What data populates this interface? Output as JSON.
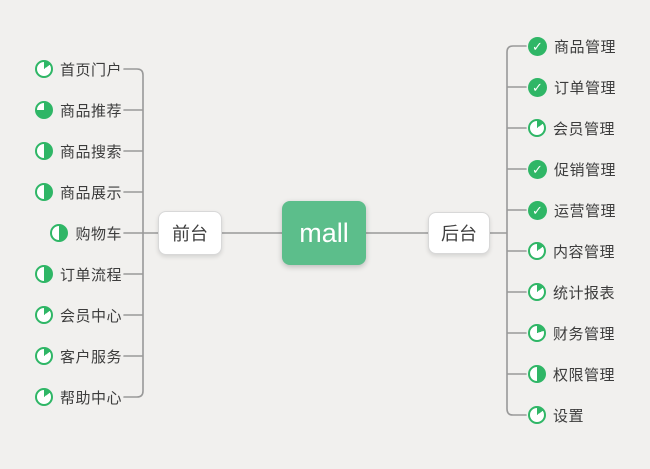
{
  "root": {
    "label": "mall"
  },
  "branches": [
    {
      "label": "前台",
      "side": "left",
      "items": [
        {
          "label": "首页门户",
          "icon": "progress",
          "fraction": 0.15
        },
        {
          "label": "商品推荐",
          "icon": "progress",
          "fraction": 0.75
        },
        {
          "label": "商品搜索",
          "icon": "progress",
          "fraction": 0.5
        },
        {
          "label": "商品展示",
          "icon": "progress",
          "fraction": 0.5
        },
        {
          "label": "购物车",
          "icon": "progress",
          "fraction": 0.5
        },
        {
          "label": "订单流程",
          "icon": "progress",
          "fraction": 0.5
        },
        {
          "label": "会员中心",
          "icon": "progress",
          "fraction": 0.15
        },
        {
          "label": "客户服务",
          "icon": "progress",
          "fraction": 0.15
        },
        {
          "label": "帮助中心",
          "icon": "progress",
          "fraction": 0.15
        }
      ]
    },
    {
      "label": "后台",
      "side": "right",
      "items": [
        {
          "label": "商品管理",
          "icon": "done"
        },
        {
          "label": "订单管理",
          "icon": "done"
        },
        {
          "label": "会员管理",
          "icon": "progress",
          "fraction": 0.15
        },
        {
          "label": "促销管理",
          "icon": "done"
        },
        {
          "label": "运营管理",
          "icon": "done"
        },
        {
          "label": "内容管理",
          "icon": "progress",
          "fraction": 0.15
        },
        {
          "label": "统计报表",
          "icon": "progress",
          "fraction": 0.15
        },
        {
          "label": "财务管理",
          "icon": "progress",
          "fraction": 0.2
        },
        {
          "label": "权限管理",
          "icon": "progress",
          "fraction": 0.5
        },
        {
          "label": "设置",
          "icon": "progress",
          "fraction": 0.15
        }
      ]
    }
  ],
  "icons": {
    "done_glyph": "✓"
  },
  "colors": {
    "background": "#f1f0ee",
    "icon_green": "#2fb666",
    "root_green": "#5cbe8b",
    "line_gray": "#999999",
    "text_dark": "#3c3c3c",
    "node_border": "#d8d8d8"
  }
}
